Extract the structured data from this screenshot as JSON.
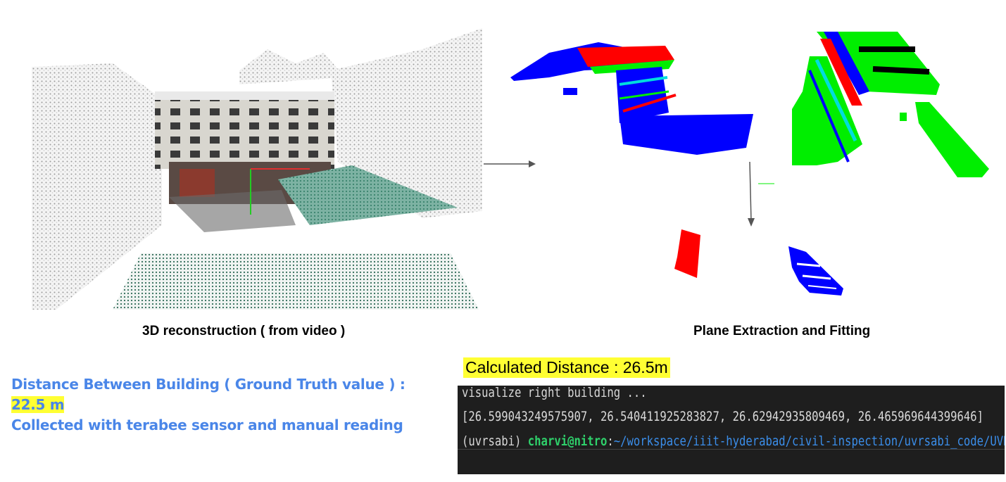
{
  "captions": {
    "left": "3D reconstruction ( from video )",
    "right": "Plane Extraction and  Fitting"
  },
  "ground_truth": {
    "line1": "Distance Between Building ( Ground Truth value ) :",
    "value": "22.5 m",
    "line3": "Collected with terabee sensor and manual reading"
  },
  "calculated": {
    "label": "Calculated Distance : 26.5m"
  },
  "terminal": {
    "line1": "visualize right building ...",
    "line2": "[26.599043249575907, 26.540411925283827, 26.62942935809469, 26.465969644399646]",
    "prompt_env": "(uvrsabi) ",
    "prompt_user": "charvi@nitro",
    "prompt_colon": ":",
    "prompt_path": "~/workspace/iiit-hyderabad/civil-inspection/uvrsabi_code/UVRS"
  },
  "colors": {
    "accent_text": "#4a86e8",
    "highlight": "#ffff33",
    "plane_blue": "#0000ff",
    "plane_green": "#00ee00",
    "plane_red": "#ff0000",
    "plane_cyan": "#00dddd"
  }
}
